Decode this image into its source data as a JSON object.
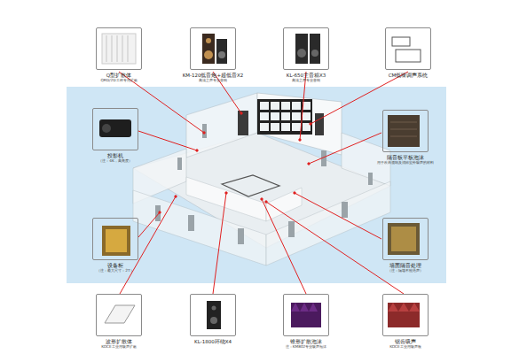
{
  "diagram": {
    "nodes": [
      {
        "text": [
          "Q型扩散体",
          "QRD/2D工程专用扩散"
        ]
      },
      {
        "text": [
          "KM-120低音炮+超低音X2",
          "高清之声专业音响"
        ]
      },
      {
        "text": [
          "KL-650主音箱X3",
          "高清之声专业音响"
        ]
      },
      {
        "text": [
          "CM低噪调声系统"
        ]
      },
      {
        "text": [
          "投影机",
          "（注：4K，高亮度）"
        ]
      },
      {
        "text": [
          "隔音板平板泡沫",
          "用于改善混响及消除室外噪声的材料"
        ]
      },
      {
        "text": [
          "设备柜",
          "（注：最大尺寸：2T）"
        ]
      },
      {
        "text": [
          "墙面隔音处理",
          "（注：隔墙不能透声）"
        ]
      },
      {
        "text": [
          "波形扩散体",
          "KOCE工业用吸声扩散"
        ]
      },
      {
        "text": [
          "KL-1800环绕X4"
        ]
      },
      {
        "text": [
          "锥形扩散泡沫",
          "注：KM802专业吸声泡沫"
        ]
      },
      {
        "text": [
          "锯齿吸声",
          "KOCE工业用吸声板"
        ]
      }
    ]
  }
}
